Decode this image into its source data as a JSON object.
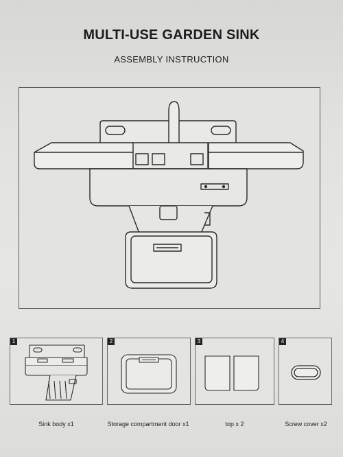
{
  "document": {
    "title": "MULTI-USE GARDEN SINK",
    "subtitle": "ASSEMBLY INSTRUCTION"
  },
  "parts": [
    {
      "number": "1",
      "caption": "Sink body x1"
    },
    {
      "number": "2",
      "caption": "Storage compartment door x1"
    },
    {
      "number": "3",
      "caption": "top x 2"
    },
    {
      "number": "4",
      "caption": "Screw cover x2"
    }
  ]
}
